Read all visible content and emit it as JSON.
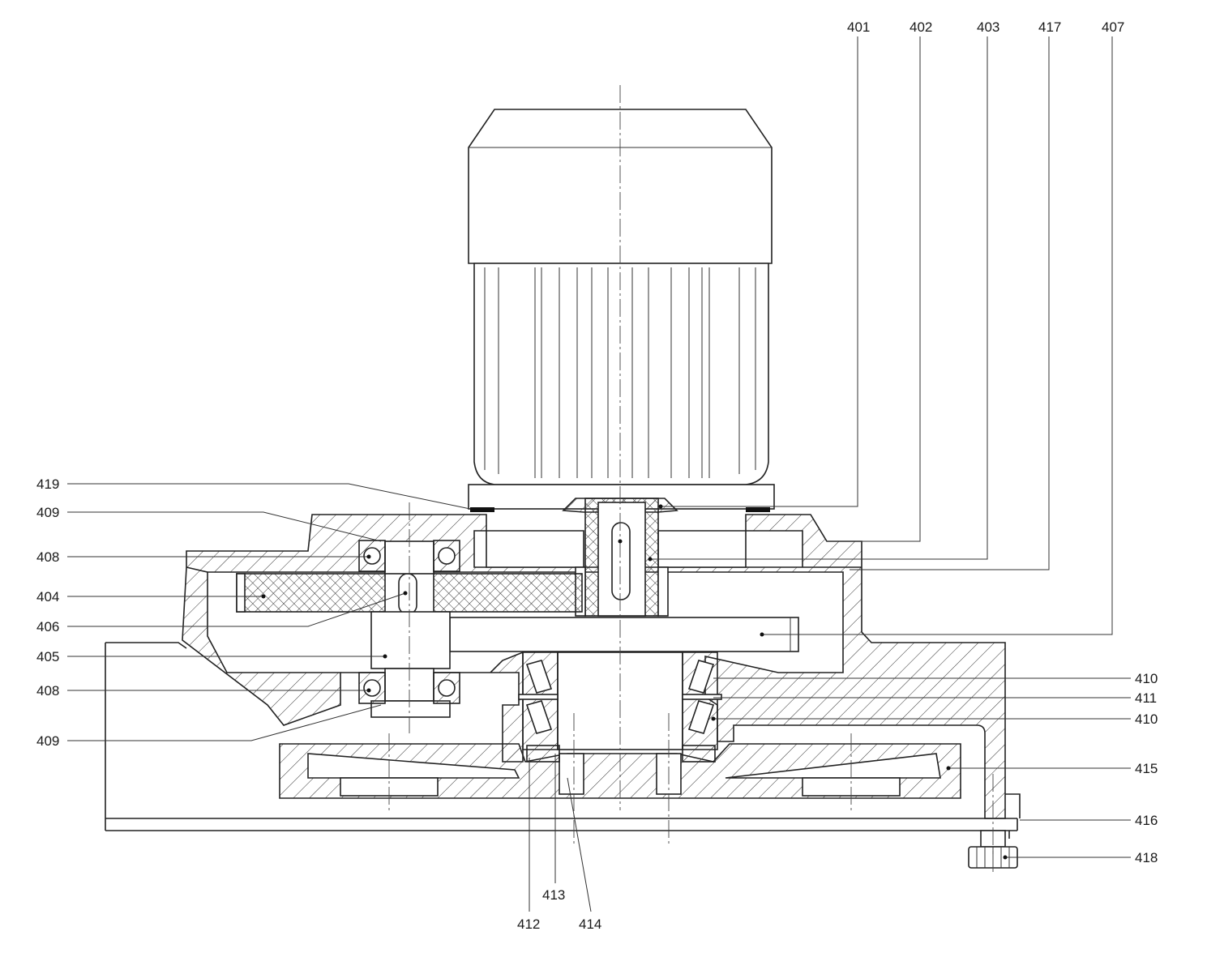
{
  "figure": {
    "labels_top": [
      {
        "id": "401",
        "text": "401"
      },
      {
        "id": "402",
        "text": "402"
      },
      {
        "id": "403",
        "text": "403"
      },
      {
        "id": "417",
        "text": "417"
      },
      {
        "id": "407",
        "text": "407"
      }
    ],
    "labels_left": [
      {
        "id": "419",
        "text": "419"
      },
      {
        "id": "409a",
        "text": "409"
      },
      {
        "id": "408a",
        "text": "408"
      },
      {
        "id": "404",
        "text": "404"
      },
      {
        "id": "406",
        "text": "406"
      },
      {
        "id": "405",
        "text": "405"
      },
      {
        "id": "408b",
        "text": "408"
      },
      {
        "id": "409b",
        "text": "409"
      }
    ],
    "labels_right": [
      {
        "id": "410a",
        "text": "410"
      },
      {
        "id": "411",
        "text": "411"
      },
      {
        "id": "410b",
        "text": "410"
      },
      {
        "id": "415",
        "text": "415"
      },
      {
        "id": "416",
        "text": "416"
      },
      {
        "id": "418",
        "text": "418"
      }
    ],
    "labels_bottom": [
      {
        "id": "413",
        "text": "413"
      },
      {
        "id": "412",
        "text": "412"
      },
      {
        "id": "414",
        "text": "414"
      }
    ]
  }
}
